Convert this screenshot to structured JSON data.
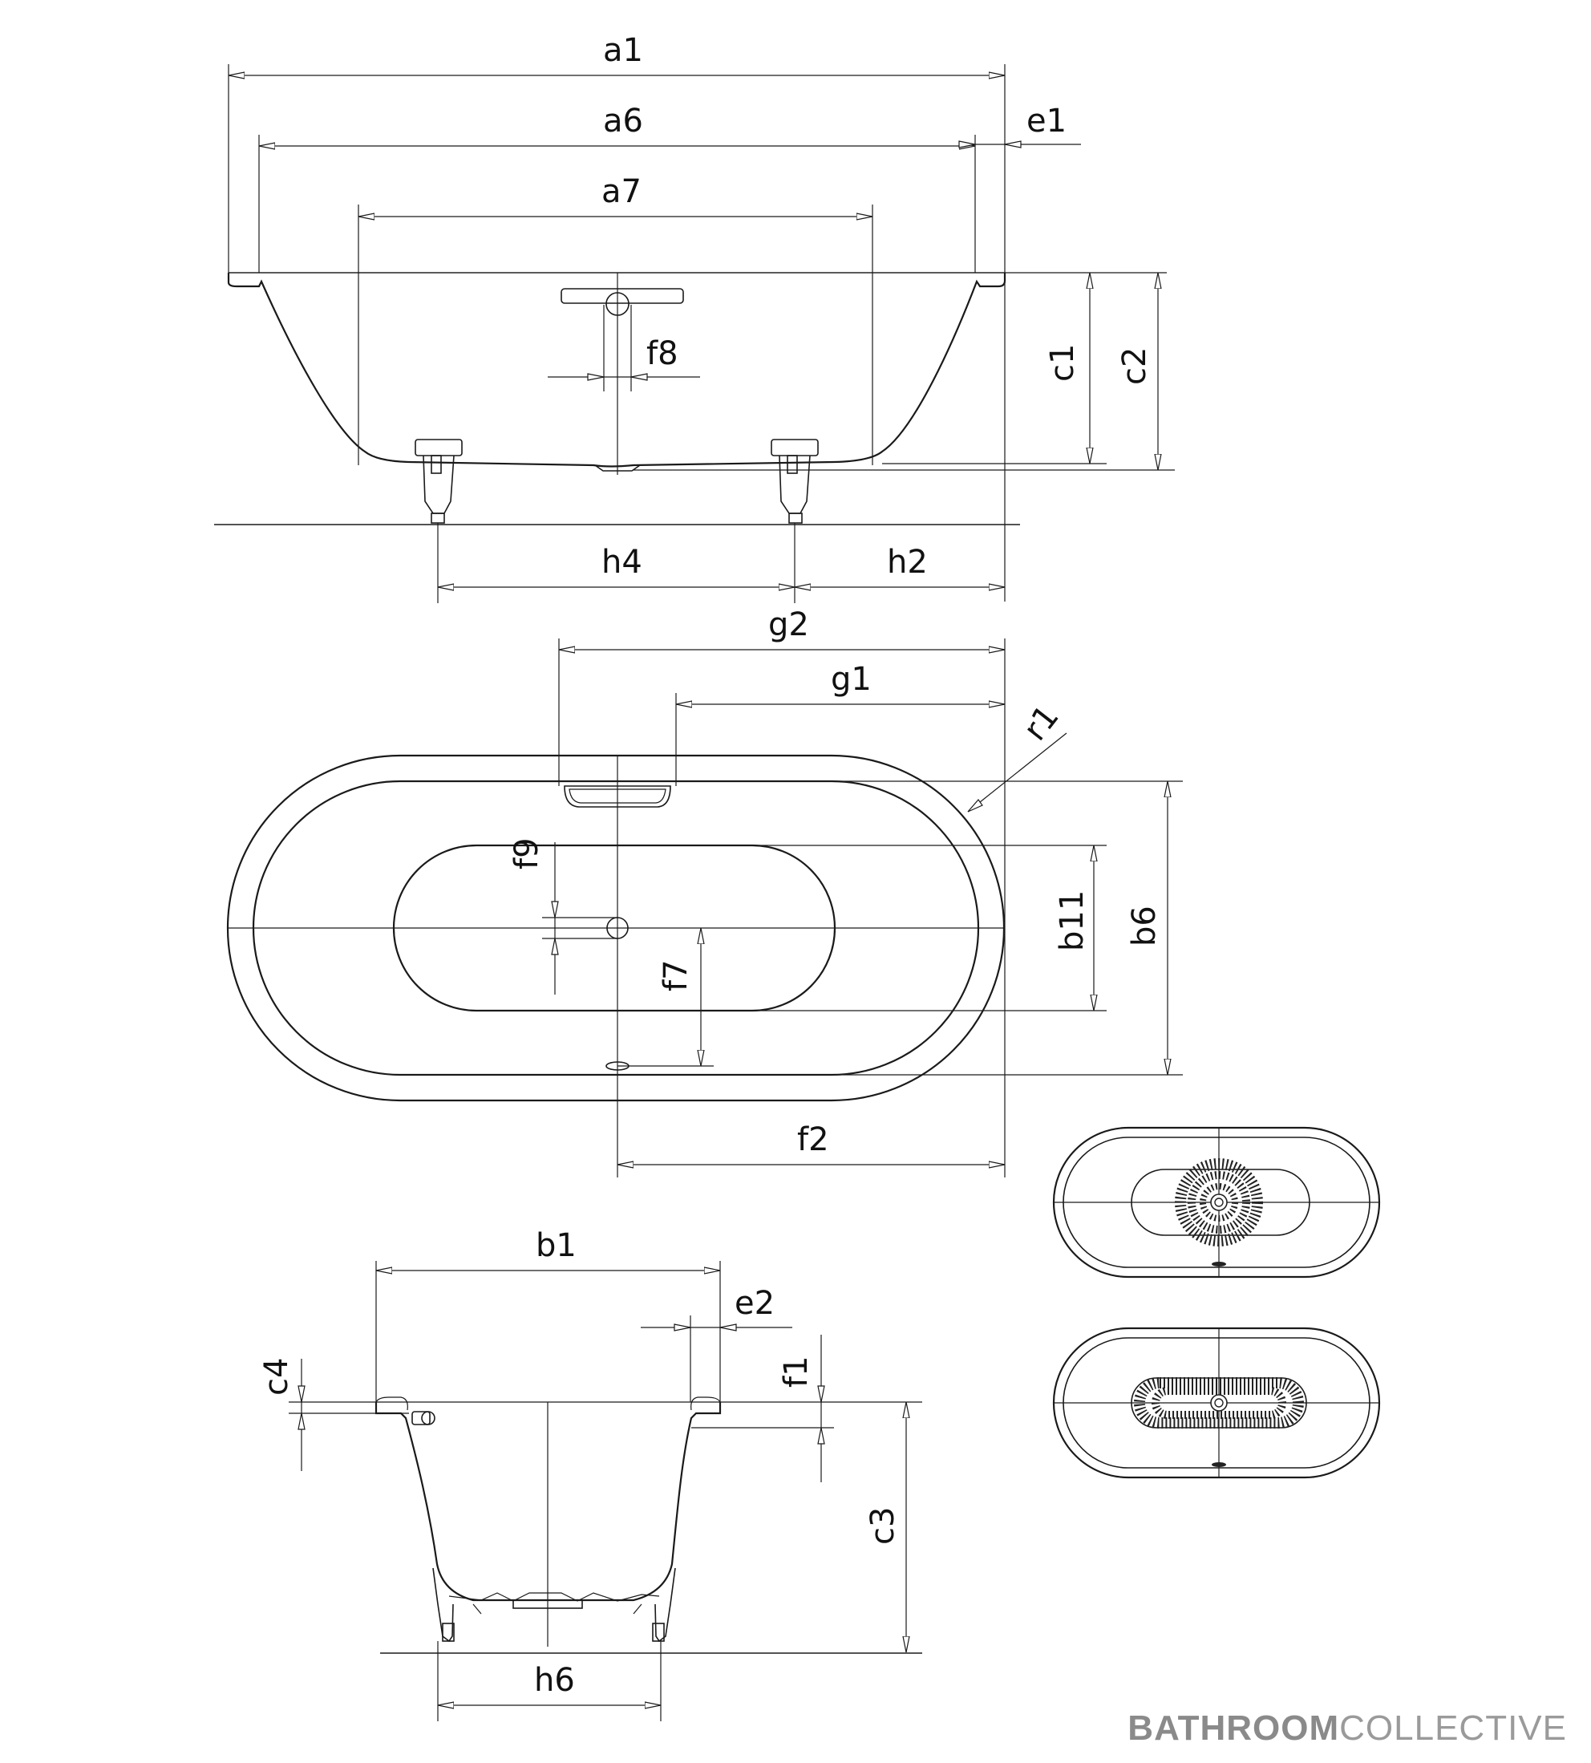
{
  "diagram": {
    "labels": {
      "a1": "a1",
      "a6": "a6",
      "a7": "a7",
      "e1": "e1",
      "f8": "f8",
      "c1": "c1",
      "c2": "c2",
      "h4": "h4",
      "h2": "h2",
      "g2": "g2",
      "g1": "g1",
      "r1": "r1",
      "f9": "f9",
      "f7": "f7",
      "b11": "b11",
      "b6": "b6",
      "f2": "f2",
      "b1": "b1",
      "e2": "e2",
      "c4": "c4",
      "f1": "f1",
      "c3": "c3",
      "h6": "h6"
    }
  },
  "brand": {
    "bold": "BATHROOM",
    "light": "COLLECTIVE"
  }
}
